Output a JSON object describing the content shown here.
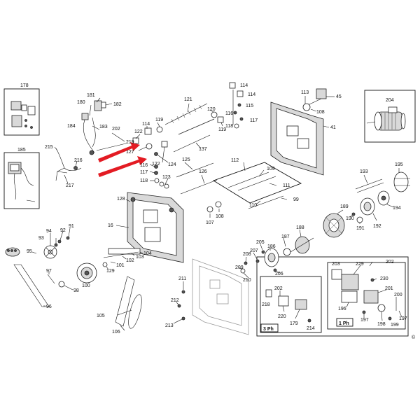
{
  "labels": {
    "l178": "178",
    "l181": "181",
    "l182": "182",
    "l180": "180",
    "l184": "184",
    "l183": "183",
    "l202a": "202",
    "l219": "219",
    "l215": "215",
    "l185": "185",
    "l216": "216",
    "l217": "217",
    "l127": "127",
    "l122a": "122",
    "l114a": "114",
    "l119a": "119",
    "l122b": "122",
    "l116a": "116",
    "l117a": "117",
    "l118a": "118",
    "l123": "123",
    "l124": "124",
    "l137": "137",
    "l121": "121",
    "l120": "120",
    "l119b": "119",
    "l114b": "114",
    "l114c": "114",
    "l115": "115",
    "l116b": "116",
    "l117b": "117",
    "l118b": "118",
    "l113": "113",
    "l45": "45",
    "l108a": "108",
    "l41": "41",
    "l204": "204",
    "l125": "125",
    "l126": "126",
    "l112": "112",
    "l109": "109",
    "l111": "111",
    "l110": "110",
    "l99": "99",
    "l107": "107",
    "l108b": "108",
    "l193": "193",
    "l195": "195",
    "l189": "189",
    "l190": "190",
    "l191": "191",
    "l192": "192",
    "l194": "194",
    "l128": "128",
    "l16": "16",
    "l91": "91",
    "l94": "94",
    "l92": "92",
    "l93": "93",
    "l95": "95",
    "l97": "97",
    "l98": "98",
    "l100": "100",
    "l129": "129",
    "l101": "101",
    "l102": "102",
    "l103": "103",
    "l104": "104",
    "l96": "96",
    "l105": "105",
    "l106": "106",
    "l211": "211",
    "l212": "212",
    "l213": "213",
    "l208": "208",
    "l209": "209",
    "l210": "210",
    "l207": "207",
    "l205": "205",
    "l186": "186",
    "l206": "206",
    "l187": "187",
    "l188": "188",
    "l202b": "202",
    "l218": "218",
    "l220": "220",
    "l179": "179",
    "l214": "214",
    "l3ph": "3 Ph",
    "l203": "203",
    "l229": "229",
    "l202c": "202",
    "l230": "230",
    "l201": "201",
    "l200": "200",
    "l196": "196",
    "l197a": "197",
    "l198": "198",
    "l197b": "197",
    "l199": "199",
    "l1ph": "1 Ph",
    "lcopy": "©"
  },
  "colors": {
    "arrow": "#e31b23",
    "ink": "#111111"
  }
}
